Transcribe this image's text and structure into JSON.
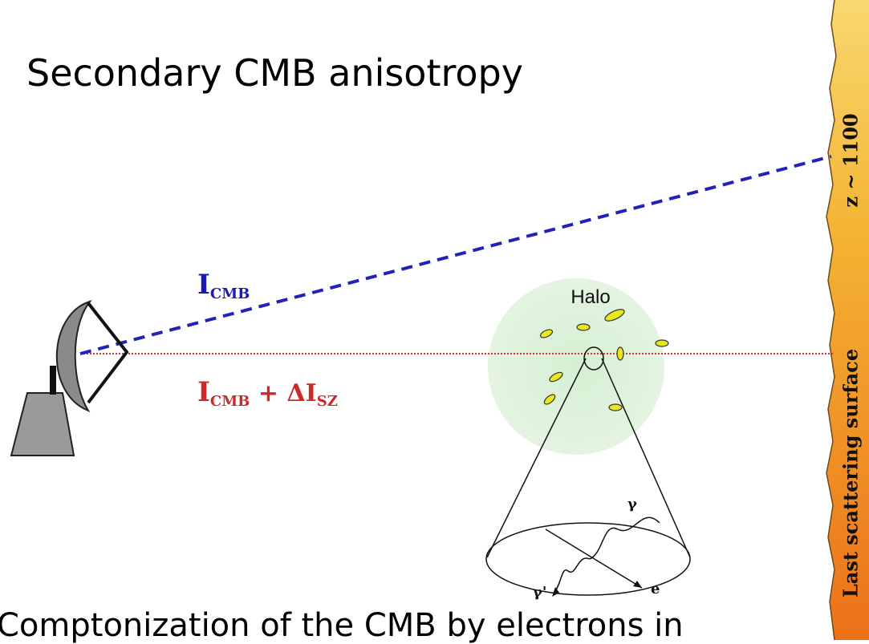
{
  "title": "Secondary CMB anisotropy",
  "caption": "Comptonization of the CMB by electrons in",
  "band": {
    "redshift_label": "z ~ 1100",
    "surface_label": "Last scattering surface"
  },
  "beams": {
    "cmb_label_main": "I",
    "cmb_label_sub": "CMB",
    "sz_label_main": "I",
    "sz_label_sub": "CMB",
    "sz_label_plus": " + ΔI",
    "sz_label_sub2": "SZ"
  },
  "halo": {
    "label": "Halo"
  },
  "scatter": {
    "gamma": "γ",
    "gamma_prime": "γ'",
    "electron": "e"
  },
  "colors": {
    "cmb_line": "#2222bb",
    "sz_line": "#cc3333",
    "halo_fill": "#dff2dc",
    "galaxy": "#e6e61a",
    "band_top": "#f6c53a",
    "band_bottom": "#ef7d1a",
    "telescope": "#999999"
  }
}
